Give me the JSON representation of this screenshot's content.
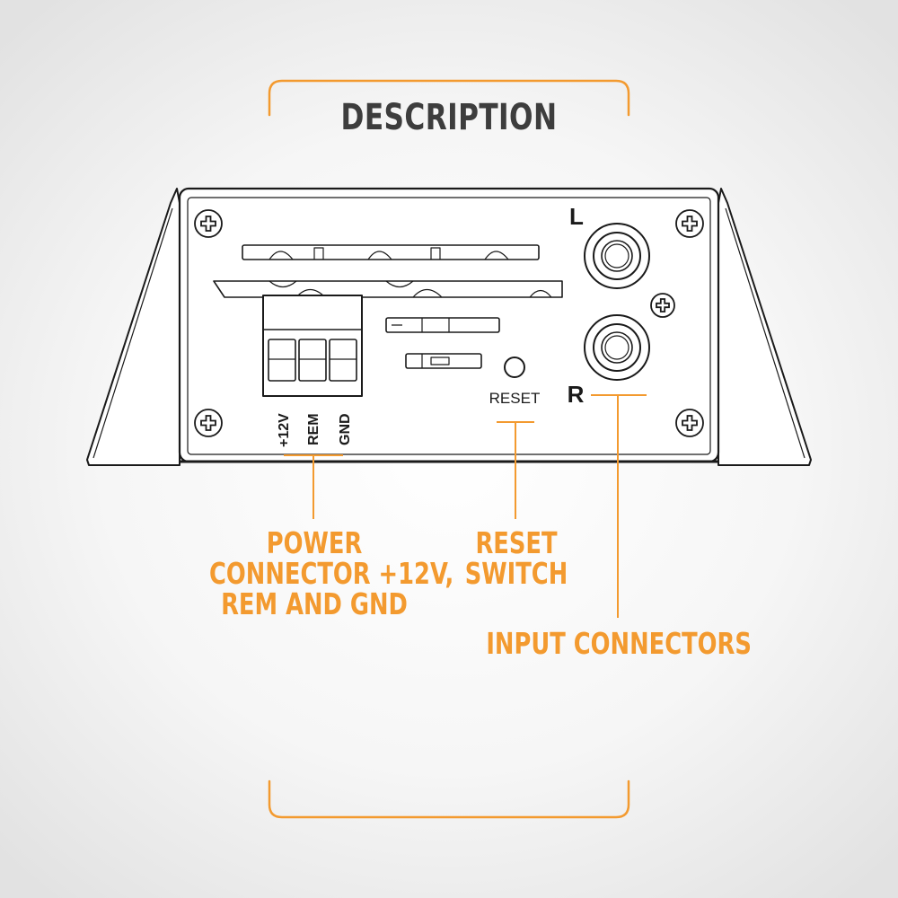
{
  "header": {
    "title": "DESCRIPTION"
  },
  "panel": {
    "channel_left": "L",
    "channel_right": "R",
    "reset_label": "RESET",
    "terminals": [
      "+12V",
      "REM",
      "GND"
    ]
  },
  "callouts": {
    "power": [
      "POWER",
      "CONNECTOR +12V,",
      "REM AND GND"
    ],
    "reset": [
      "RESET",
      "SWITCH"
    ],
    "input": [
      "INPUT CONNECTORS"
    ]
  },
  "colors": {
    "accent": "#f39a2f",
    "title": "#3d3d3d",
    "line_art": "#1a1a1a"
  }
}
